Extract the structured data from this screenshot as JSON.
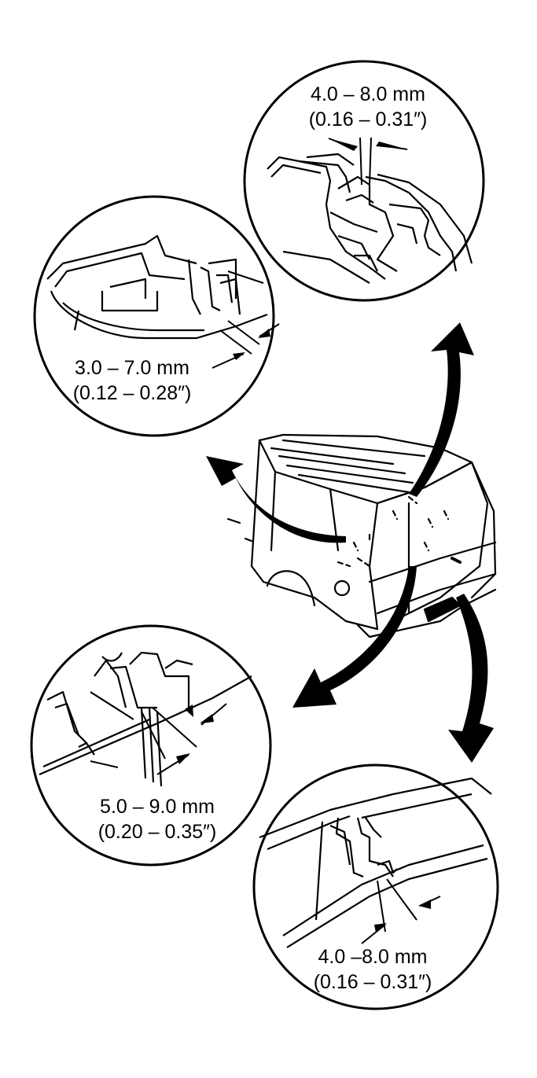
{
  "callouts": [
    {
      "id": "top-right",
      "metric": "4.0 – 8.0 mm",
      "imperial": "(0.16 – 0.31″)"
    },
    {
      "id": "upper-left",
      "metric": "3.0 – 7.0 mm",
      "imperial": "(0.12 – 0.28″)"
    },
    {
      "id": "lower-left",
      "metric": "5.0 – 9.0 mm",
      "imperial": "(0.20 – 0.35″)"
    },
    {
      "id": "bottom-right",
      "metric": "4.0 –8.0 mm",
      "imperial": "(0.16 – 0.31″)"
    }
  ],
  "colors": {
    "ink": "#000000",
    "paper": "#ffffff"
  }
}
